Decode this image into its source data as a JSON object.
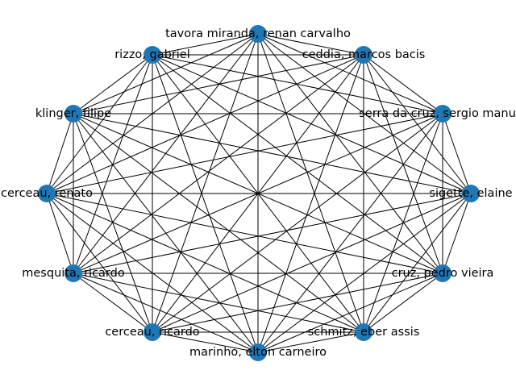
{
  "graph": {
    "type": "complete-graph",
    "node_color": "#1f77b4",
    "edge_color": "#000000",
    "nodes": [
      "tavora miranda, renan carvalho",
      "rizzo, gabriel",
      "ceddia, marcos bacis",
      "klinger, filipe",
      "serra da cruz, sergio manuel",
      "cerceau, renato",
      "sigette, elaine",
      "mesquita, ricardo",
      "cruz, pedro vieira",
      "cerceau, ricardo",
      "schmitz, eber assis",
      "marinho, elton carneiro"
    ]
  }
}
